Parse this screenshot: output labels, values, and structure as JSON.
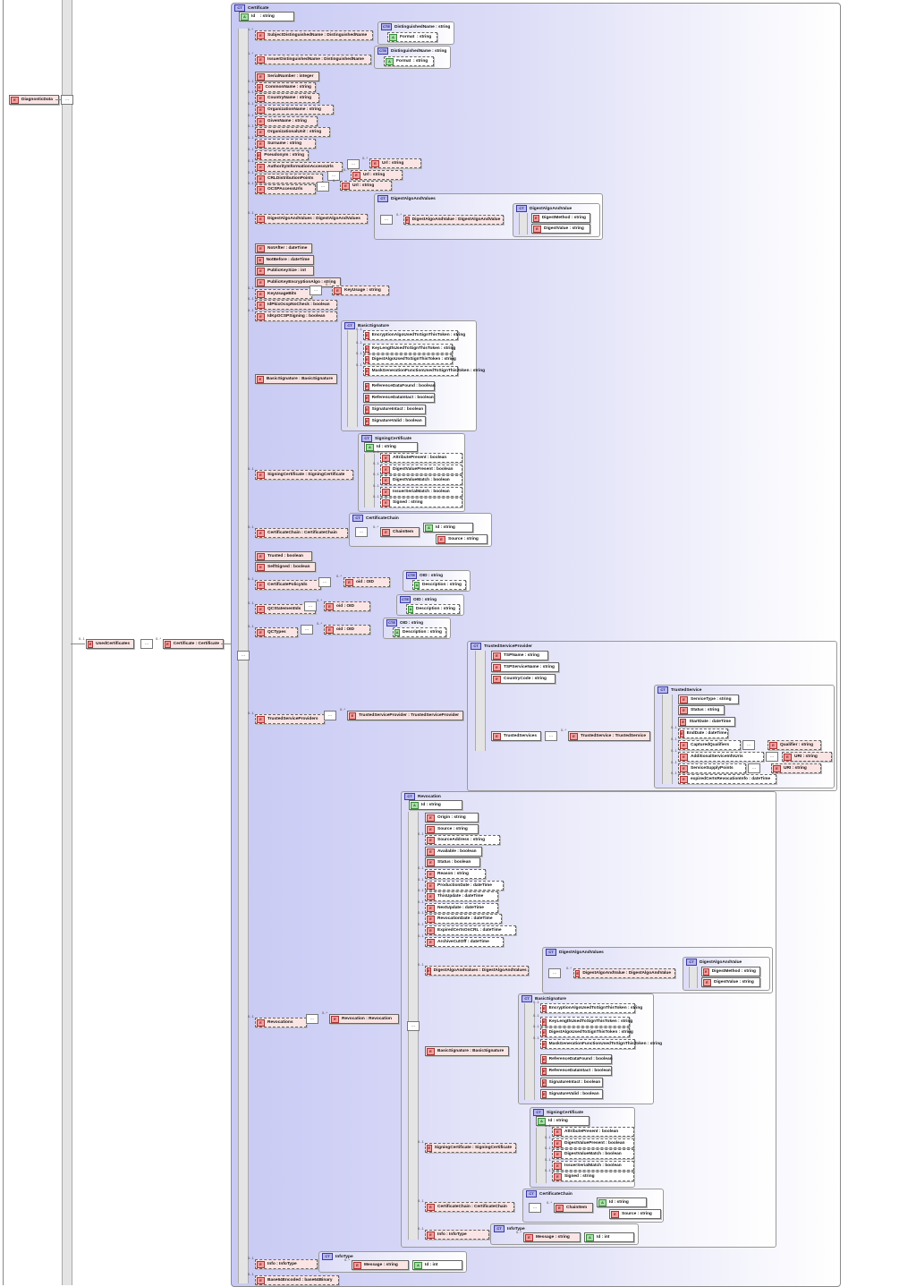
{
  "root": "DiagnosticData",
  "used_certificates": {
    "card": "0..1",
    "name": "UsedCertificates"
  },
  "certificate_ref": {
    "card": "0..*",
    "name": "Certificate",
    "type": "Certificate"
  },
  "certificate": {
    "title": "Certificate",
    "id": {
      "name": "Id",
      "type": ": string"
    },
    "fields": [
      {
        "card": "1..*",
        "label": "SubjectDistinguishedName : DistinguishedName"
      },
      {
        "card": "1..*",
        "label": "IssuerDistinguishedName : DistinguishedName"
      },
      {
        "card": "",
        "label": "SerialNumber : integer"
      },
      {
        "card": "0..1",
        "label": "CommonName : string"
      },
      {
        "card": "0..1",
        "label": "CountryName : string"
      },
      {
        "card": "0..1",
        "label": "OrganizationName : string"
      },
      {
        "card": "0..1",
        "label": "GivenName : string"
      },
      {
        "card": "0..1",
        "label": "OrganizationalUnit : string"
      },
      {
        "card": "0..1",
        "label": "Surname : string"
      },
      {
        "card": "0..1",
        "label": "Pseudonym : string"
      },
      {
        "card": "0..1",
        "label": "AuthorityInformationAccessUrls"
      },
      {
        "card": "0..1",
        "label": "CRLDistributionPoints"
      },
      {
        "card": "0..1",
        "label": "OCSPAccessUrls"
      },
      {
        "card": "0..1",
        "label": "DigestAlgoAndValues : DigestAlgoAndValues"
      },
      {
        "card": "",
        "label": "NotAfter : dateTime"
      },
      {
        "card": "",
        "label": "NotBefore : dateTime"
      },
      {
        "card": "",
        "label": "PublicKeySize : int"
      },
      {
        "card": "",
        "label": "PublicKeyEncryptionAlgo : string"
      },
      {
        "card": "0..1",
        "label": "KeyUsageBits"
      },
      {
        "card": "0..1",
        "label": "IdPkixOcspNoCheck : boolean"
      },
      {
        "card": "0..1",
        "label": "IdKpOCSPSigning : boolean"
      },
      {
        "card": "",
        "label": "BasicSignature : BasicSignature"
      },
      {
        "card": "0..1",
        "label": "SigningCertificate : SigningCertificate"
      },
      {
        "card": "0..1",
        "label": "CertificateChain : CertificateChain"
      },
      {
        "card": "",
        "label": "Trusted : boolean"
      },
      {
        "card": "",
        "label": "SelfSigned : boolean"
      },
      {
        "card": "0..1",
        "label": "CertificatePolicyIds"
      },
      {
        "card": "0..1",
        "label": "QCStatementIds"
      },
      {
        "card": "0..1",
        "label": "QCTypes"
      },
      {
        "card": "0..1",
        "label": "TrustedServiceProviders"
      },
      {
        "card": "0..1",
        "label": "Revocations"
      },
      {
        "card": "0..1",
        "label": "Info : InfoType"
      },
      {
        "card": "0..1",
        "label": "Base64Encoded : base64Binary"
      }
    ]
  },
  "dn_subject": {
    "ct": "DistinguishedName : string",
    "attr": "Format",
    "attr_type": ": string"
  },
  "dn_issuer": {
    "ct": "DistinguishedName : string",
    "attr": "Format",
    "attr_type": ": string"
  },
  "url_items": [
    {
      "card": "0..*",
      "label": "Url : string"
    },
    {
      "card": "0..*",
      "label": "Url : string"
    },
    {
      "card": "0..*",
      "label": "Url : string"
    }
  ],
  "digest_algo_values": {
    "title": "DigestAlgoAndValues",
    "item": {
      "card": "0..*",
      "label": "DigestAlgoAndValue : DigestAlgoAndValue"
    },
    "inner_title": "DigestAlgoAndValue",
    "inner": [
      "DigestMethod : string",
      "DigestValue : string"
    ]
  },
  "key_usage": {
    "card": "0..*",
    "label": "KeyUsage : string"
  },
  "basic_signature": {
    "title": "BasicSignature",
    "fields": [
      {
        "card": "0..1",
        "label": "EncryptionAlgoUsedToSignThisToken : string"
      },
      {
        "card": "0..1",
        "label": "KeyLengthUsedToSignThisToken : string"
      },
      {
        "card": "0..1",
        "label": "DigestAlgoUsedToSignThisToken : string"
      },
      {
        "card": "0..1",
        "label": "MaskGenerationFunctionUsedToSignThisToken : string"
      },
      {
        "card": "",
        "label": "ReferenceDataFound : boolean"
      },
      {
        "card": "",
        "label": "ReferenceDataIntact : boolean"
      },
      {
        "card": "",
        "label": "SignatureIntact : boolean"
      },
      {
        "card": "",
        "label": "SignatureValid : boolean"
      }
    ]
  },
  "signing_certificate": {
    "title": "SigningCertificate",
    "id": "Id : string",
    "fields": [
      {
        "card": "0..1",
        "label": "AttributePresent : boolean"
      },
      {
        "card": "0..1",
        "label": "DigestValuePresent : boolean"
      },
      {
        "card": "0..1",
        "label": "DigestValueMatch : boolean"
      },
      {
        "card": "0..1",
        "label": "IssuerSerialMatch : boolean"
      },
      {
        "card": "0..1",
        "label": "Signed : string"
      }
    ]
  },
  "certificate_chain": {
    "title": "CertificateChain",
    "item": {
      "card": "0..*",
      "label": "ChainItem"
    },
    "attr": "Id : string",
    "source": "Source : string"
  },
  "policy_items": [
    {
      "card": "0..*",
      "label": "oid : OID",
      "ct": "OID : string",
      "attr": "Description : string"
    },
    {
      "card": "0..*",
      "label": "oid : OID",
      "ct": "OID : string",
      "attr": "Description : string"
    },
    {
      "card": "0..*",
      "label": "oid : OID",
      "ct": "OID : string",
      "attr": "Description : string"
    }
  ],
  "trusted_service_provider_ref": {
    "card": "0..*",
    "label": "TrustedServiceProvider : TrustedServiceProvider"
  },
  "trusted_service_provider": {
    "title": "TrustedServiceProvider",
    "fields": [
      "TSPName : string",
      "TSPServiceName : string",
      "CountryCode : string",
      "TrustedServices"
    ],
    "service_ref": {
      "card": "0..*",
      "label": "TrustedService : TrustedService"
    }
  },
  "trusted_service": {
    "title": "TrustedService",
    "fields": [
      {
        "card": "",
        "label": "ServiceType : string"
      },
      {
        "card": "",
        "label": "Status : string"
      },
      {
        "card": "",
        "label": "StartDate : dateTime"
      },
      {
        "card": "0..1",
        "label": "EndDate : dateTime"
      },
      {
        "card": "0..1",
        "label": "CapturedQualifiers"
      },
      {
        "card": "0..1",
        "label": "AdditionalServiceInfoUris"
      },
      {
        "card": "0..1",
        "label": "ServiceSupplyPoints"
      },
      {
        "card": "0..1",
        "label": "expiredCertsRevocationInfo : dateTime"
      }
    ],
    "qualifier": "Qualifier : string",
    "uri1": "URI : string",
    "uri2": "URI : string"
  },
  "revocation_ref": {
    "card": "0..*",
    "label": "Revocation : Revocation"
  },
  "revocation": {
    "title": "Revocation",
    "id": "Id : string",
    "fields": [
      {
        "card": "",
        "label": "Origin : string"
      },
      {
        "card": "",
        "label": "Source : string"
      },
      {
        "card": "0..1",
        "label": "SourceAddress : string"
      },
      {
        "card": "",
        "label": "Available : boolean"
      },
      {
        "card": "",
        "label": "Status : boolean"
      },
      {
        "card": "0..1",
        "label": "Reason : string"
      },
      {
        "card": "0..1",
        "label": "ProductionDate : dateTime"
      },
      {
        "card": "0..1",
        "label": "ThisUpdate : dateTime"
      },
      {
        "card": "0..1",
        "label": "NextUpdate : dateTime"
      },
      {
        "card": "0..1",
        "label": "RevocationDate : dateTime"
      },
      {
        "card": "0..1",
        "label": "ExpiredCertsOnCRL : dateTime"
      },
      {
        "card": "0..1",
        "label": "ArchiveCutOff : dateTime"
      },
      {
        "card": "0..1",
        "label": "DigestAlgoAndValues : DigestAlgoAndValues"
      },
      {
        "card": "",
        "label": "BasicSignature : BasicSignature"
      },
      {
        "card": "0..1",
        "label": "SigningCertificate : SigningCertificate"
      },
      {
        "card": "0..1",
        "label": "CertificateChain : CertificateChain"
      },
      {
        "card": "0..1",
        "label": "Info : InfoType"
      }
    ]
  },
  "info_type": {
    "title": "InfoType",
    "message": "Message : string",
    "id": "Id : int",
    "card": "0..*"
  },
  "badges": {
    "element": "E",
    "attribute": "A",
    "complex": "CT",
    "complex_ext": "CTE",
    "seq": "⋯"
  }
}
